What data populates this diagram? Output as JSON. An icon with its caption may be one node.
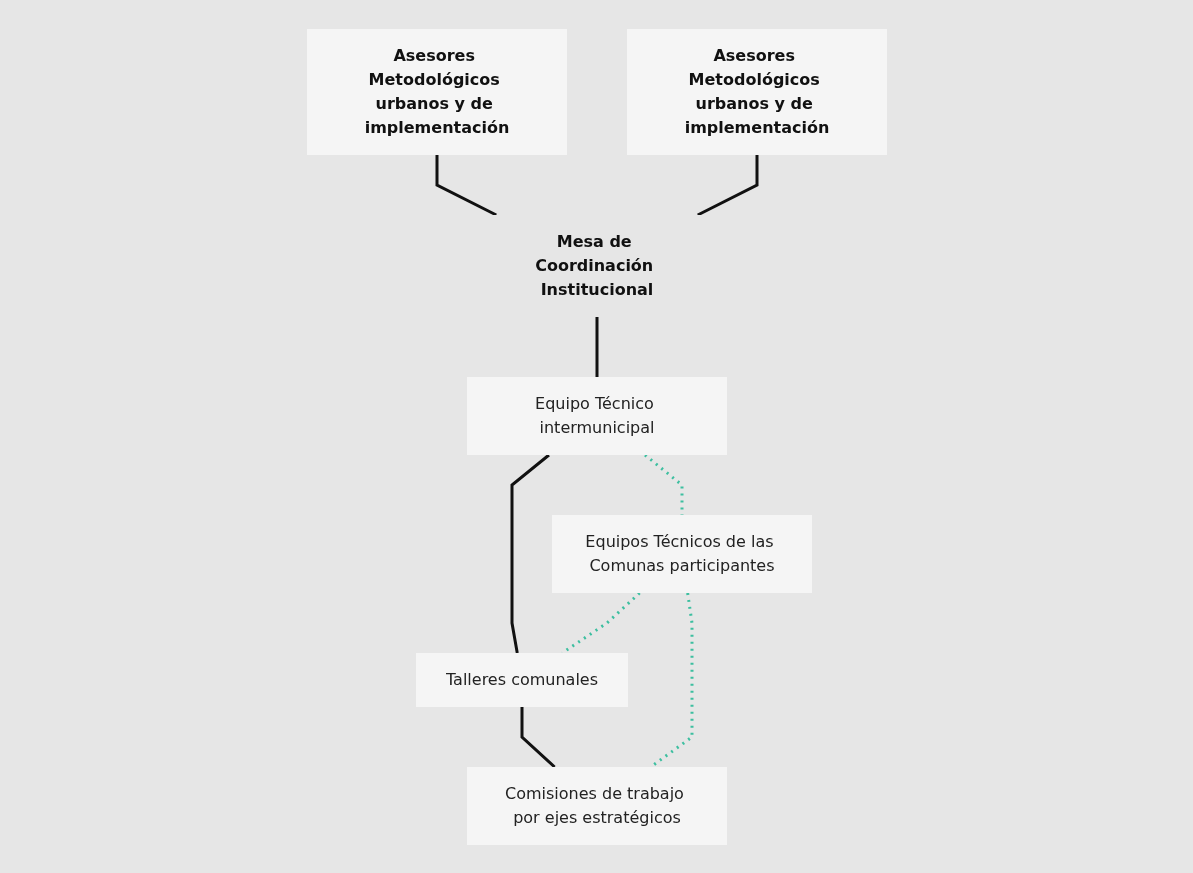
{
  "diagram": {
    "nodes": [
      {
        "text": [
          "Asesores Metodológicos urbanos y de implementación"
        ]
      },
      {
        "text": [
          "Asesores Metodológicos urbanos y de implementación"
        ]
      },
      {
        "text": [
          "Mesa de Coordinación Institucional"
        ]
      },
      {
        "text": [
          "Equipo Técnico intermunicipal"
        ]
      },
      {
        "text": [
          "Equipos Técnicos de las Comunas participantes"
        ]
      },
      {
        "text": [
          "Talleres comunales"
        ]
      },
      {
        "text": [
          "Comisiones de trabajo por ejes estratégicos"
        ]
      }
    ],
    "edges": [
      {
        "from": 0,
        "to": 2,
        "arrow": "none"
      },
      {
        "from": 1,
        "to": 2,
        "arrow": "none"
      },
      {
        "from": 2,
        "to": 3,
        "arrow": "none"
      },
      {
        "from": 3,
        "to": 5,
        "arrow": "none"
      },
      {
        "from": 5,
        "to": 6,
        "arrow": "none"
      },
      {
        "from": 3,
        "to": 4,
        "arrow": "none",
        "style": "dashed",
        "color": "#3dbfa0"
      },
      {
        "from": 4,
        "to": 5,
        "arrow": "none",
        "style": "dashed",
        "color": "#3dbfa0"
      },
      {
        "from": 4,
        "to": 6,
        "arrow": "none",
        "style": "dashed",
        "color": "#3dbfa0"
      }
    ]
  }
}
